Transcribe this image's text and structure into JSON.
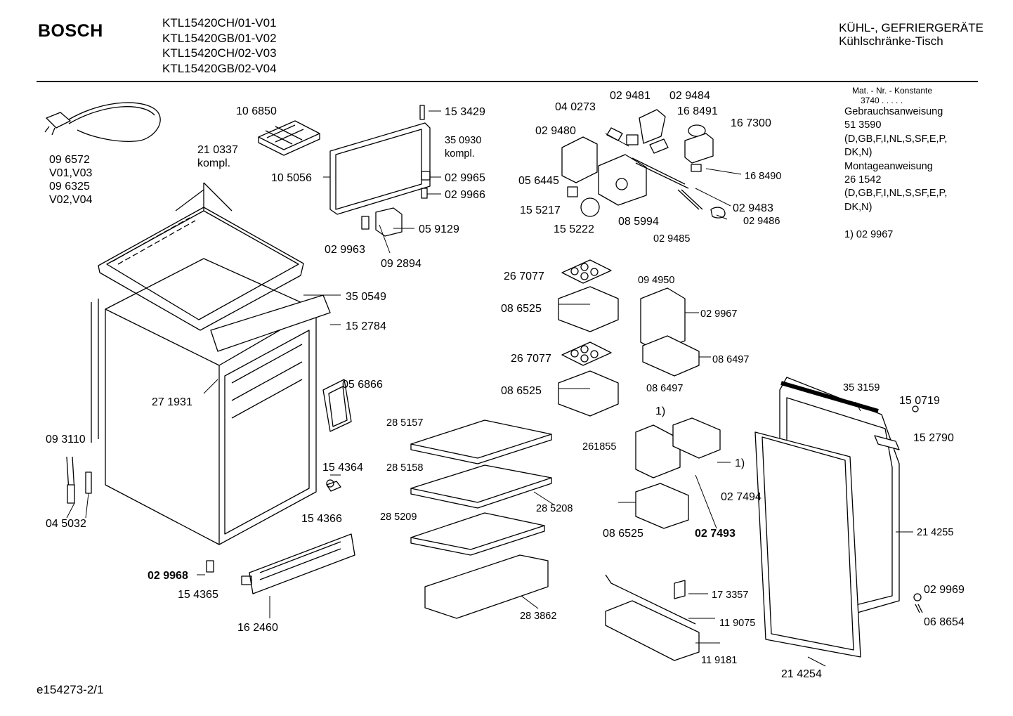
{
  "header": {
    "brand": "BOSCH",
    "models": [
      "KTL15420CH/01-V01",
      "KTL15420GB/01-V02",
      "KTL15420CH/02-V03",
      "KTL15420GB/02-V04"
    ],
    "title_line1": "KÜHL-, GEFRIERGERÄTE",
    "title_line2": "Kühlschränke-Tisch"
  },
  "sidebar": {
    "constant_label": "Mat. - Nr. - Konstante",
    "constant_value": "3740 . . . . .",
    "lines": [
      "Gebrauchsanweisung",
      "51 3590",
      "(D,GB,F,I,NL,S,SF,E,P,",
      "DK,N)",
      "Montageanweisung",
      "26 1542",
      "(D,GB,F,I,NL,S,SF,E,P,",
      "DK,N)",
      "",
      "1)  02 9967"
    ]
  },
  "parts": {
    "p096572": "09 6572",
    "pV01V03": "V01,V03",
    "p096325": "09 6325",
    "pV02V04": "V02,V04",
    "p210337": "21  0337",
    "pkompl1": "kompl.",
    "p106850": "10 6850",
    "p153429": "15 3429",
    "p350930": "35  0930",
    "pkompl2": "kompl.",
    "p105056": "10 5056",
    "p029965": "02 9965",
    "p029966": "02 9966",
    "p059129": "05 9129",
    "p029963": "02 9963",
    "p092894": "09 2894",
    "p040273": "04 0273",
    "p029481": "02 9481",
    "p029484": "02 9484",
    "p168491": "16 8491",
    "p167300": "16 7300",
    "p029480": "02 9480",
    "p056445": "05 6445",
    "p168490": "16 8490",
    "p155217": "15 5217",
    "p155222": "15 5222",
    "p085994": "08 5994",
    "p029483": "02 9483",
    "p029486": "02 9486",
    "p029485": "02 9485",
    "p350549": "35 0549",
    "p152784": "15 2784",
    "p271931": "27 1931",
    "p056866": "05 6866",
    "p267077a": "26 7077",
    "p086525a": "08 6525",
    "p094950": "09 4950",
    "p029967": "02 9967",
    "p086497a": "08 6497",
    "p267077b": "26 7077",
    "p086525b": "08 6525",
    "p285157": "28 5157",
    "p285158": "28 5158",
    "p285208": "28 5208",
    "p285209": "28 5209",
    "p093110": "09 3110",
    "p045032": "04 5032",
    "p154364": "15 4364",
    "p154366": "15 4366",
    "p029968": "02 9968",
    "p154365": "15 4365",
    "p162460": "16 2460",
    "p283862": "28 3862",
    "p086497b": "08 6497",
    "pfn1a": "1)",
    "p261855": "261855",
    "pfn1b": "1)",
    "p027494": "02 7494",
    "p086525c": "08 6525",
    "p027493": "02 7493",
    "p173357": "17 3357",
    "p119075": "11  9075",
    "p119181": "11  9181",
    "p353159": "35 3159",
    "p150719": "15 0719",
    "p152790": "15 2790",
    "p214255": "21 4255",
    "p029969": "02 9969",
    "p068654": "06 8654",
    "p214254": "21 4254"
  },
  "footer": {
    "code": "e154273-2/1"
  }
}
